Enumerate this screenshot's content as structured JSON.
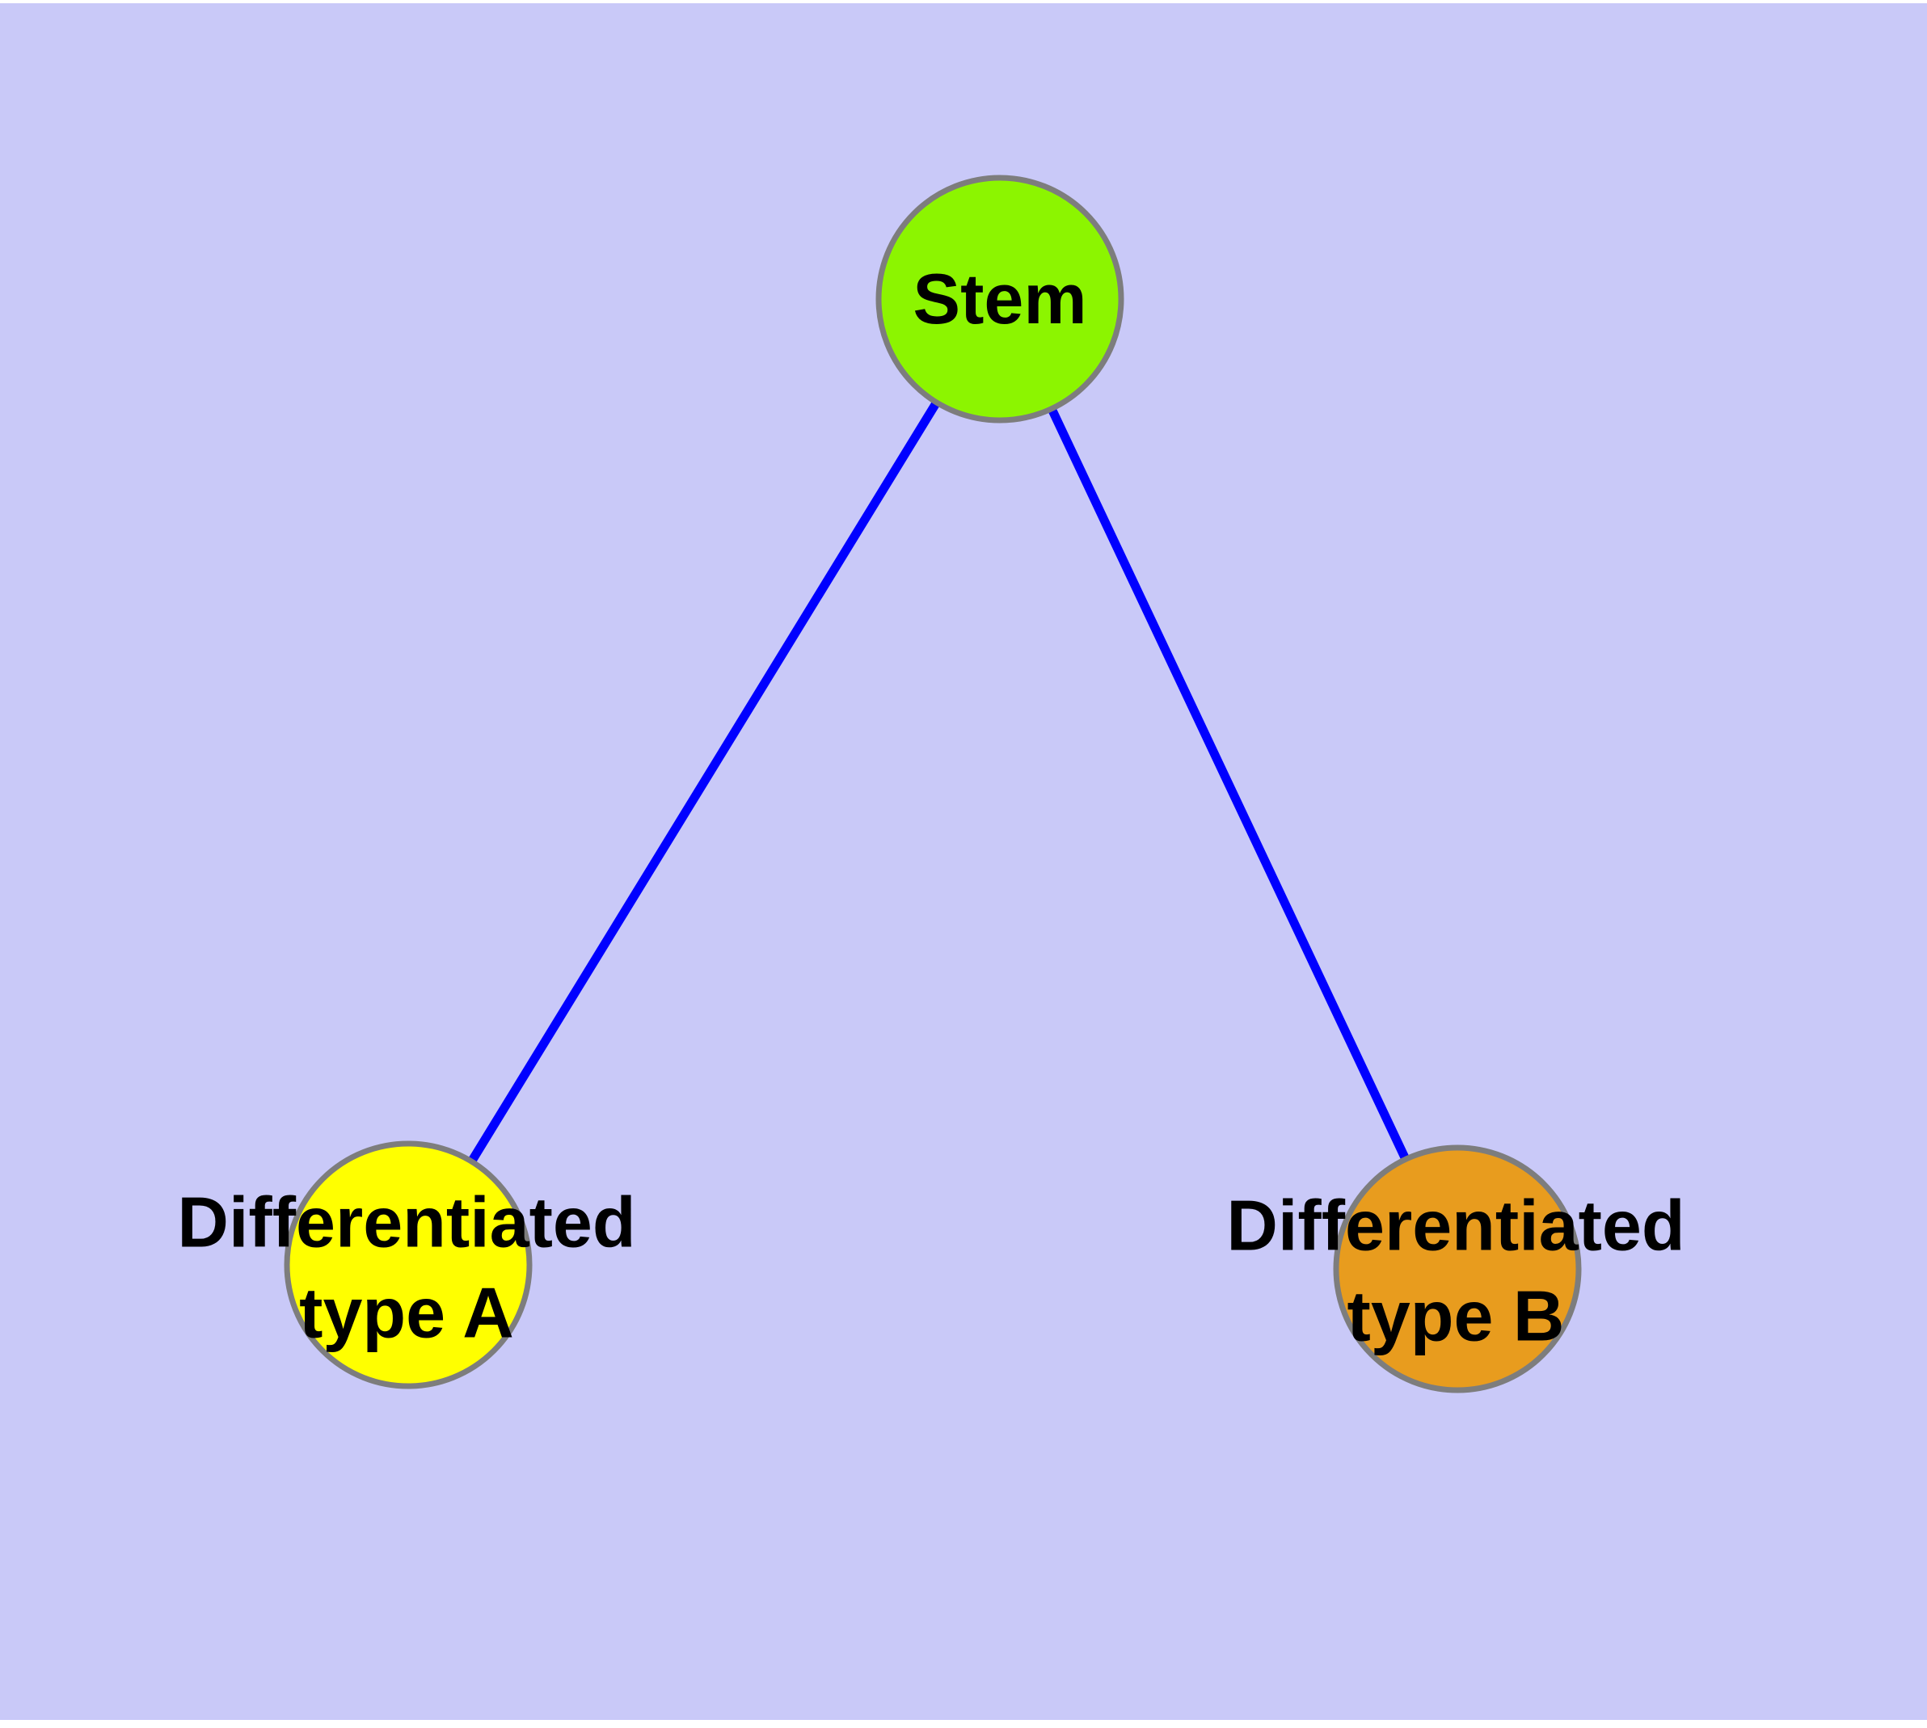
{
  "diagram": {
    "background_color": "#C9C9F8",
    "page_margin_color": "#FFFFFF",
    "edge_color": "#0000FF",
    "node_border_color": "#7D7D7D",
    "text_color": "#000000",
    "nodes": [
      {
        "id": "stem",
        "label": "Stem",
        "fill": "#8CF500"
      },
      {
        "id": "type-a",
        "label": "Differentiated\ntype A",
        "fill": "#FFFF00"
      },
      {
        "id": "type-b",
        "label": "Differentiated\ntype B",
        "fill": "#E89C1E"
      }
    ],
    "edges": [
      {
        "from": "stem",
        "to": "type-a"
      },
      {
        "from": "stem",
        "to": "type-b"
      }
    ]
  }
}
